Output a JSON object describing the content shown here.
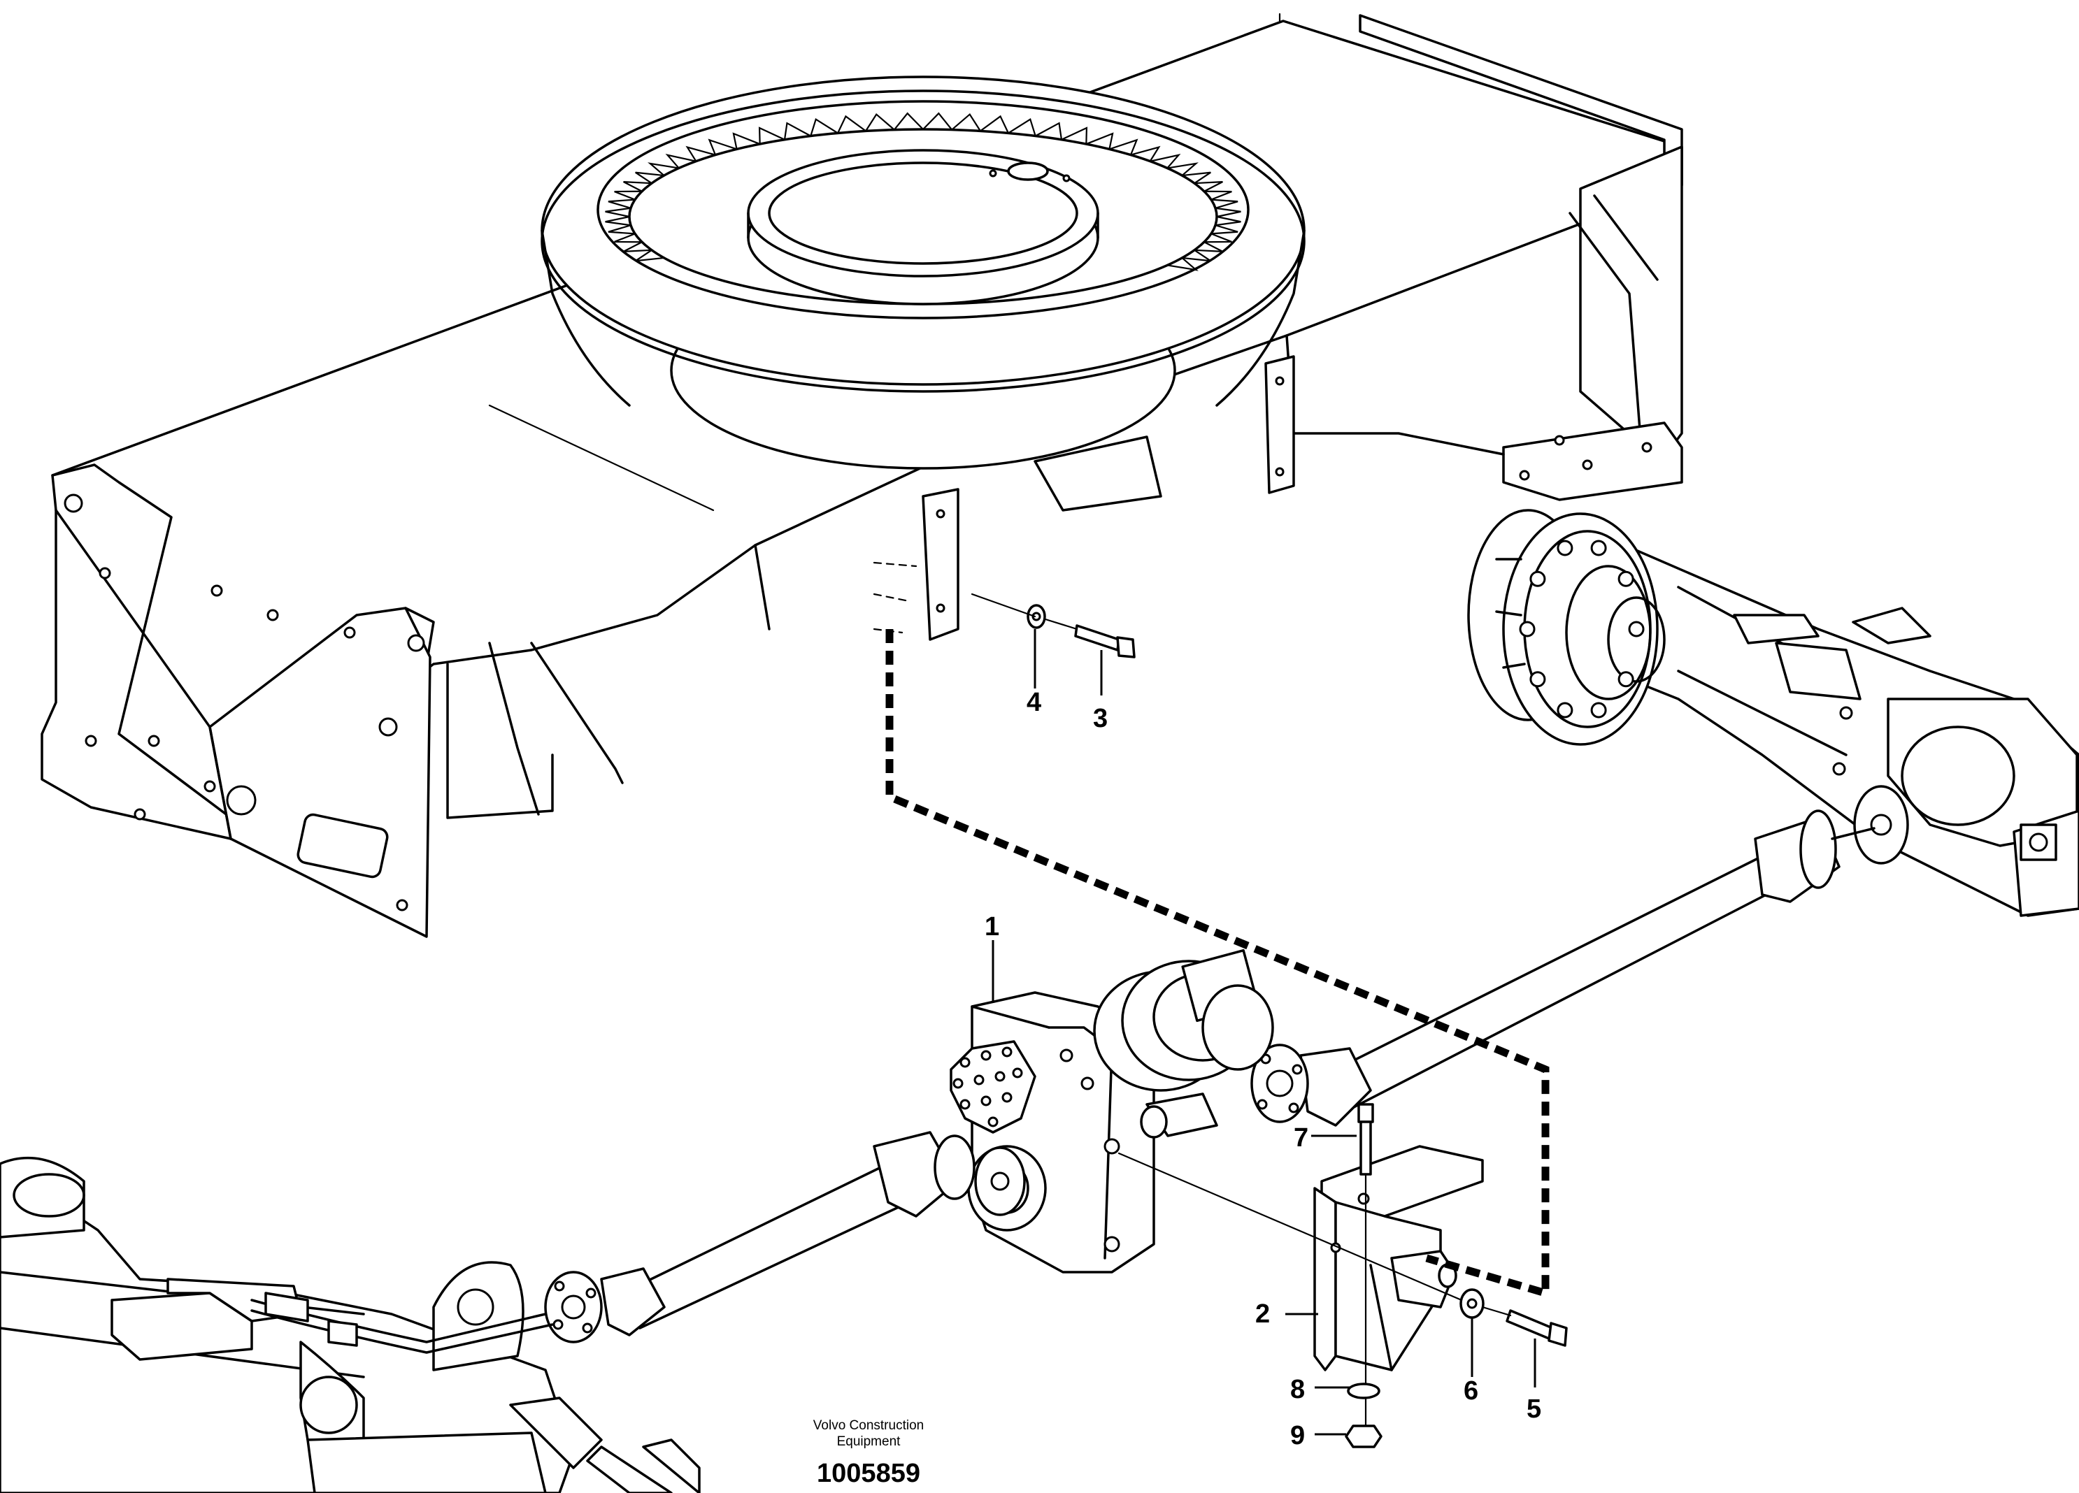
{
  "callouts": {
    "c1": "1",
    "c2": "2",
    "c3": "3",
    "c4": "4",
    "c5": "5",
    "c6": "6",
    "c7": "7",
    "c8": "8",
    "c9": "9"
  },
  "footer": {
    "credit_line1": "Volvo Construction",
    "credit_line2": "Equipment",
    "drawing_number": "1005859"
  }
}
